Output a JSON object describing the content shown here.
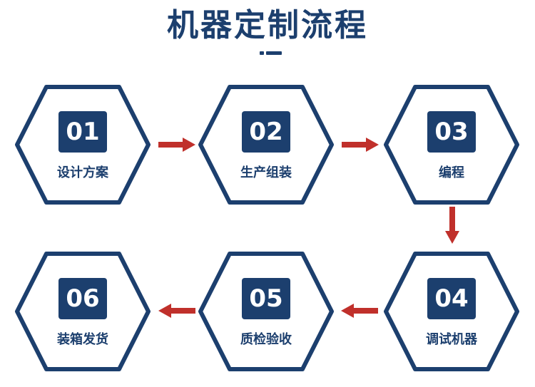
{
  "title": "机器定制流程",
  "colors": {
    "primary": "#1c3f6e",
    "arrow": "#c0302b",
    "background": "#ffffff"
  },
  "steps": [
    {
      "number": "01",
      "label": "设计方案"
    },
    {
      "number": "02",
      "label": "生产组装"
    },
    {
      "number": "03",
      "label": "编程"
    },
    {
      "number": "04",
      "label": "调试机器"
    },
    {
      "number": "05",
      "label": "质检验收"
    },
    {
      "number": "06",
      "label": "装箱发货"
    }
  ],
  "flow": [
    "01",
    "02",
    "03",
    "04",
    "05",
    "06"
  ]
}
